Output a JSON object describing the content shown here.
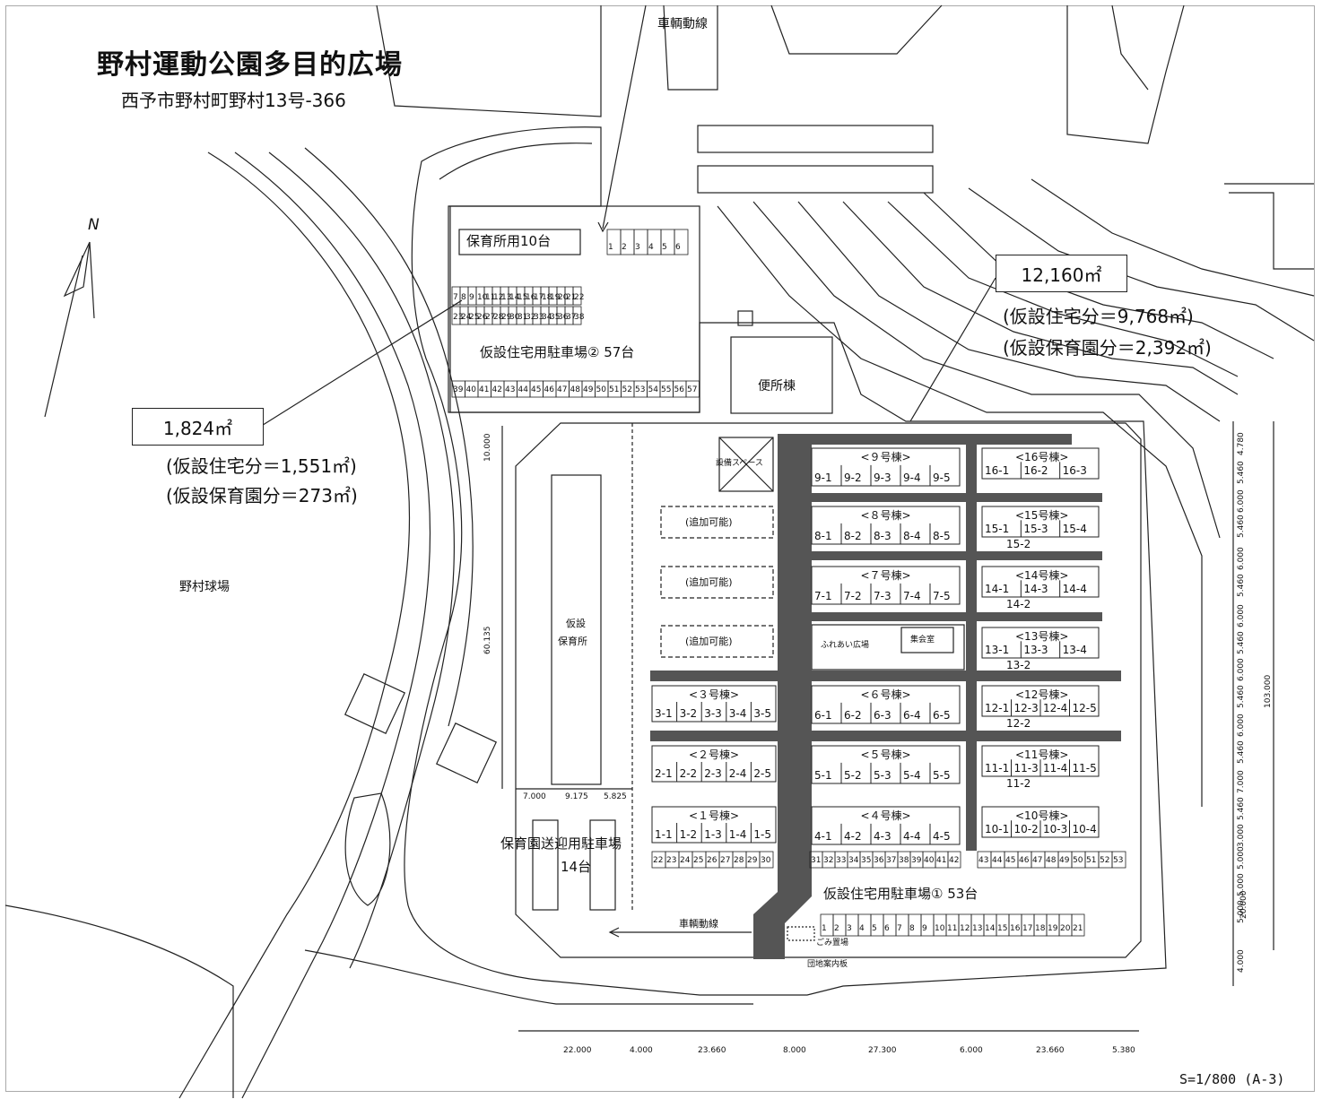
{
  "title": "野村運動公園多目的広場",
  "address": "西予市野村町野村13号-366",
  "north_label": "N",
  "vehicle_route_top": "車輌動線",
  "vehicle_route_bottom": "車輌動線",
  "area_left": {
    "box": "1,824㎡",
    "line1": "(仮設住宅分＝1,551㎡)",
    "line2": "(仮設保育園分＝273㎡)"
  },
  "area_right": {
    "box": "12,160㎡",
    "line1": "(仮設住宅分＝9,768㎡)",
    "line2": "(仮設保育園分＝2,392㎡)"
  },
  "ballpark": "野村球場",
  "toilet": "便所棟",
  "nursery_parking_label": "保育所用10台",
  "parking2_label": "仮設住宅用駐車場② 57台",
  "parking1_label": "仮設住宅用駐車場① 53台",
  "pickup_parking": {
    "line1": "保育園送迎用駐車場",
    "line2": "14台"
  },
  "temp_nursery": {
    "line1": "仮設",
    "line2": "保育所"
  },
  "equipment_space": "設備スペース",
  "plaza": "ふれあい広場",
  "meeting_hall": "集会室",
  "garbage": "ごみ置場",
  "guide_board": "団地案内板",
  "scale": "S=1/800 (A-3)",
  "expandable": [
    "(追加可能)",
    "(追加可能)",
    "(追加可能)"
  ],
  "buildings_left": [
    {
      "name": "<３号棟>",
      "units": [
        "3-1",
        "3-2",
        "3-3",
        "3-4",
        "3-5"
      ]
    },
    {
      "name": "<２号棟>",
      "units": [
        "2-1",
        "2-2",
        "2-3",
        "2-4",
        "2-5"
      ]
    },
    {
      "name": "<１号棟>",
      "units": [
        "1-1",
        "1-2",
        "1-3",
        "1-4",
        "1-5"
      ]
    }
  ],
  "buildings_mid": [
    {
      "name": "<９号棟>",
      "units": [
        "9-1",
        "9-2",
        "9-3",
        "9-4",
        "9-5"
      ]
    },
    {
      "name": "<８号棟>",
      "units": [
        "8-1",
        "8-2",
        "8-3",
        "8-4",
        "8-5"
      ]
    },
    {
      "name": "<７号棟>",
      "units": [
        "7-1",
        "7-2",
        "7-3",
        "7-4",
        "7-5"
      ]
    },
    {
      "name": "<６号棟>",
      "units": [
        "6-1",
        "6-2",
        "6-3",
        "6-4",
        "6-5"
      ]
    },
    {
      "name": "<５号棟>",
      "units": [
        "5-1",
        "5-2",
        "5-3",
        "5-4",
        "5-5"
      ]
    },
    {
      "name": "<４号棟>",
      "units": [
        "4-1",
        "4-2",
        "4-3",
        "4-4",
        "4-5"
      ]
    }
  ],
  "buildings_right": [
    {
      "name": "<16号棟>",
      "units": [
        "16-1",
        "16-2",
        "16-3"
      ],
      "extra": ""
    },
    {
      "name": "<15号棟>",
      "units": [
        "15-1",
        "15-3",
        "15-4"
      ],
      "extra": "15-2"
    },
    {
      "name": "<14号棟>",
      "units": [
        "14-1",
        "14-3",
        "14-4"
      ],
      "extra": "14-2"
    },
    {
      "name": "<13号棟>",
      "units": [
        "13-1",
        "13-3",
        "13-4"
      ],
      "extra": "13-2"
    },
    {
      "name": "<12号棟>",
      "units": [
        "12-1",
        "12-3",
        "12-4",
        "12-5"
      ],
      "extra": "12-2"
    },
    {
      "name": "<11号棟>",
      "units": [
        "11-1",
        "11-3",
        "11-4",
        "11-5"
      ],
      "extra": "11-2"
    },
    {
      "name": "<10号棟>",
      "units": [
        "10-1",
        "10-2",
        "10-3",
        "10-4"
      ],
      "extra": ""
    }
  ],
  "dims_bottom": [
    "22.000",
    "4.000",
    "23.660",
    "8.000",
    "27.300",
    "6.000",
    "23.660",
    "5.380"
  ],
  "dims_inner_bottom": [
    "7.000",
    "9.175",
    "5.825"
  ],
  "dims_left": [
    "10.000",
    "60.135"
  ],
  "dims_right": [
    "4.780",
    "5.460",
    "6.000",
    "5.460",
    "6.000",
    "5.460",
    "6.000",
    "5.460",
    "6.000",
    "5.460",
    "6.000",
    "5.460",
    "7.000",
    "5.460",
    "3.000",
    "5.000",
    "5.000",
    "5.000",
    "4.000"
  ],
  "dims_right_total": [
    "103.000",
    "20.000"
  ]
}
